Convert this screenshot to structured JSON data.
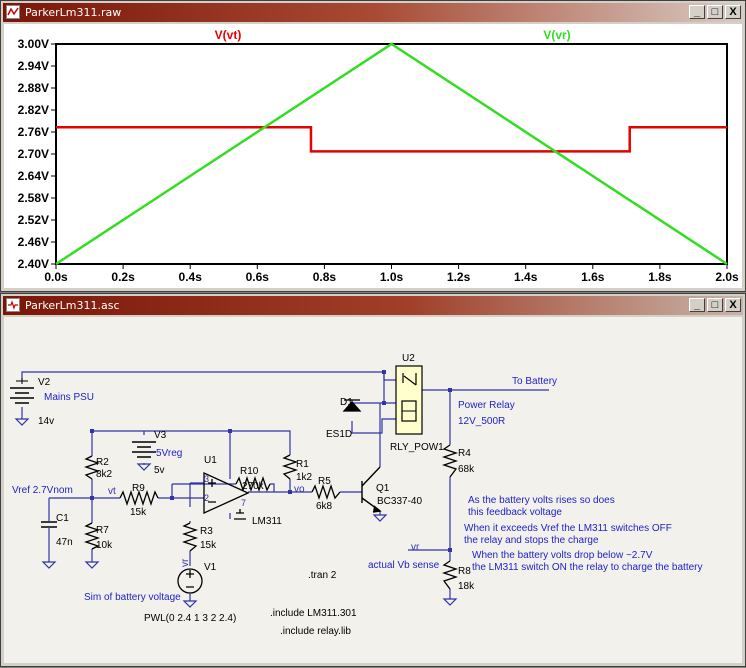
{
  "windows": {
    "waveform": {
      "title": "ParkerLm311.raw"
    },
    "schematic": {
      "title": "ParkerLm311.asc"
    }
  },
  "window_controls": {
    "minimize": "_",
    "maximize": "□",
    "close": "X"
  },
  "chart_data": {
    "type": "line",
    "series": [
      {
        "name": "V(vt)",
        "color": "#e60000",
        "x": [
          0,
          0.76,
          0.76,
          1.71,
          1.71,
          2.0
        ],
        "y": [
          2.773,
          2.773,
          2.707,
          2.707,
          2.773,
          2.773
        ]
      },
      {
        "name": "V(vr)",
        "color": "#33dd22",
        "x": [
          0,
          1.0,
          2.0
        ],
        "y": [
          2.4,
          3.0,
          2.4
        ]
      }
    ],
    "x_ticks": [
      "0.0s",
      "0.2s",
      "0.4s",
      "0.6s",
      "0.8s",
      "1.0s",
      "1.2s",
      "1.4s",
      "1.6s",
      "1.8s",
      "2.0s"
    ],
    "y_ticks": [
      "3.00V",
      "2.94V",
      "2.88V",
      "2.82V",
      "2.76V",
      "2.70V",
      "2.64V",
      "2.58V",
      "2.52V",
      "2.46V",
      "2.40V"
    ],
    "xlim": [
      0,
      2.0
    ],
    "ylim": [
      2.4,
      3.0
    ],
    "grid": false
  },
  "schematic": {
    "components": {
      "V2": {
        "ref": "V2",
        "value": "14v",
        "label": "Mains PSU"
      },
      "V3": {
        "ref": "V3",
        "value": "5v",
        "label": "5Vreg"
      },
      "U1": {
        "ref": "U1",
        "value": "LM311",
        "pin3": "3",
        "pin2": "2",
        "pin7": "7"
      },
      "U2": {
        "ref": "U2",
        "value": "RLY_POW1"
      },
      "D1": {
        "ref": "D1",
        "value": "ES1D"
      },
      "Q1": {
        "ref": "Q1",
        "value": "BC337-40"
      },
      "R1": {
        "ref": "R1",
        "value": "1k2"
      },
      "R2": {
        "ref": "R2",
        "value": "8k2"
      },
      "R3": {
        "ref": "R3",
        "value": "15k"
      },
      "R4": {
        "ref": "R4",
        "value": "68k"
      },
      "R5": {
        "ref": "R5",
        "value": "6k8"
      },
      "R7": {
        "ref": "R7",
        "value": "10k"
      },
      "R8": {
        "ref": "R8",
        "value": "18k"
      },
      "R9": {
        "ref": "R9",
        "value": "15k"
      },
      "R10": {
        "ref": "R10",
        "value": "270k"
      },
      "C1": {
        "ref": "C1",
        "value": "47n"
      },
      "V1": {
        "ref": "V1",
        "value": "PWL(0 2.4 1 3 2 2.4)",
        "label": "Sim of battery voltage"
      }
    },
    "nets": {
      "vt": "vt",
      "vo": "vo",
      "vr_left": "vr",
      "vr_right": "vr"
    },
    "labels": {
      "to_battery": "To Battery",
      "power_relay": "Power Relay",
      "relay_spec": "12V_500R",
      "vref": "Vref 2.7Vnom",
      "actual_vb": "actual Vb sense"
    },
    "notes": [
      "As the battery volts rises so does",
      "this feedback voltage",
      "When it exceeds Vref the LM311 switches OFF",
      "the relay and stops the charge",
      "When the battery volts drop below ~2.7V",
      "the LM311 switch ON the relay to charge the battery"
    ],
    "directives": [
      ".tran 2",
      ".include LM311.301",
      ".include relay.lib"
    ]
  },
  "colors": {
    "wire": "#3333aa",
    "component": "#000000",
    "note": "#1f1fc8",
    "relay_fill": "#ffffcc",
    "title_red": "#7a1608"
  }
}
